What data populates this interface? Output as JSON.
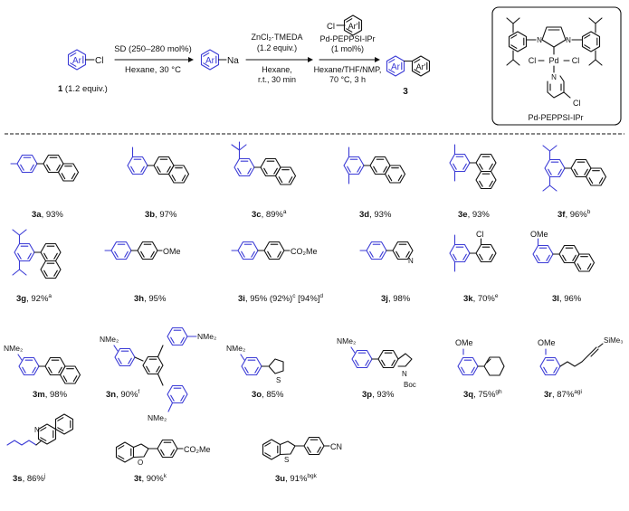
{
  "reaction": {
    "ar": "Ar",
    "ar_prime": "Ar'",
    "cl": "Cl",
    "na": "Na",
    "sm_number": "1",
    "sm_equiv": " (1.2 equiv.)",
    "step1_above": "SD (250–280 mol%)",
    "step1_below": "Hexane, 30 °C",
    "step2_reagent": "ZnCl₂·TMEDA",
    "step2_equiv": "(1.2 equiv.)",
    "step2_solvent": "Hexane,",
    "step2_cond": "r.t., 30 min",
    "step3_catalyst": "Pd-PEPPSI-IPr",
    "step3_loading": "(1 mol%)",
    "step3_solvent": "Hexane/THF/NMP,",
    "step3_cond": "70 °C, 3 h",
    "product_number": "3"
  },
  "catalyst_box": {
    "name": "Pd-PEPPSI-IPr",
    "atoms": {
      "pd": "Pd",
      "cl": "Cl",
      "n": "N"
    }
  },
  "atom_labels": {
    "ome": "OMe",
    "co2me": "CO₂Me",
    "nme2": "NMe₂",
    "sime3": "SiMe₃",
    "cl": "Cl",
    "cn": "CN",
    "boc": "Boc",
    "n": "N",
    "s": "S",
    "o": "O"
  },
  "products": [
    {
      "id": "3a",
      "yield": ", 93%",
      "note": ""
    },
    {
      "id": "3b",
      "yield": ", 97%",
      "note": ""
    },
    {
      "id": "3c",
      "yield": ", 89%",
      "note": "a"
    },
    {
      "id": "3d",
      "yield": ", 93%",
      "note": ""
    },
    {
      "id": "3e",
      "yield": ", 93%",
      "note": ""
    },
    {
      "id": "3f",
      "yield": ", 96%",
      "note": "b"
    },
    {
      "id": "3g",
      "yield": ", 92%",
      "note": "a"
    },
    {
      "id": "3h",
      "yield": ", 95%",
      "note": ""
    },
    {
      "id": "3i",
      "yield": ", 95% (92%)",
      "note": "c",
      "extra": " [94%]",
      "note2": "d"
    },
    {
      "id": "3j",
      "yield": ", 98%",
      "note": ""
    },
    {
      "id": "3k",
      "yield": ", 70%",
      "note": "e"
    },
    {
      "id": "3l",
      "yield": ", 96%",
      "note": ""
    },
    {
      "id": "3m",
      "yield": ", 98%",
      "note": ""
    },
    {
      "id": "3n",
      "yield": ", 90%",
      "note": "f"
    },
    {
      "id": "3o",
      "yield": ", 85%",
      "note": ""
    },
    {
      "id": "3p",
      "yield": ", 93%",
      "note": ""
    },
    {
      "id": "3q",
      "yield": ", 75%",
      "note": "gh"
    },
    {
      "id": "3r",
      "yield": ", 87%",
      "note": "agi"
    },
    {
      "id": "3s",
      "yield": ", 86%",
      "note": "j"
    },
    {
      "id": "3t",
      "yield": ", 90%",
      "note": "k"
    },
    {
      "id": "3u",
      "yield": ", 91%",
      "note": "bgk"
    }
  ],
  "colors": {
    "aryl_blue": "#3b3bd6",
    "ink": "#111111"
  }
}
